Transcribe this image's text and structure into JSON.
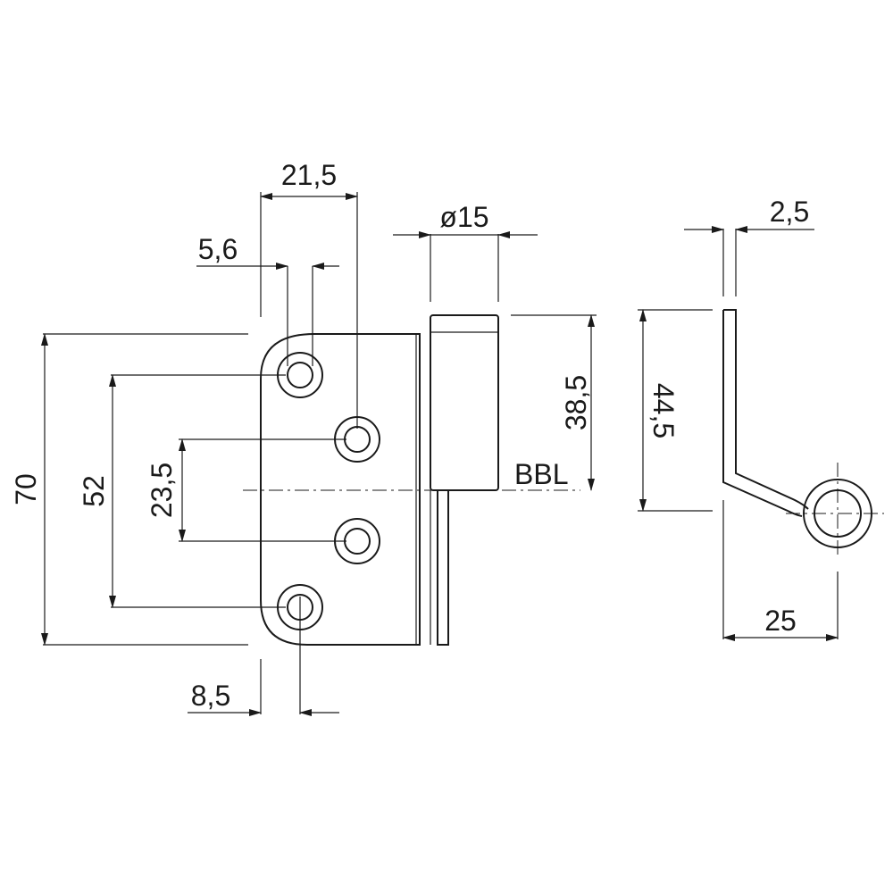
{
  "dimensions": {
    "hole_spacing_top": "21,5",
    "hole_offset": "5,6",
    "pin_diameter": "ø15",
    "plate_thickness": "2,5",
    "total_height": "70",
    "outer_hole_spacing": "52",
    "inner_hole_spacing": "23,5",
    "knuckle_height": "38,5",
    "side_height": "44,5",
    "edge_distance": "8,5",
    "side_width": "25"
  },
  "labels": {
    "bbl": "BBL"
  }
}
